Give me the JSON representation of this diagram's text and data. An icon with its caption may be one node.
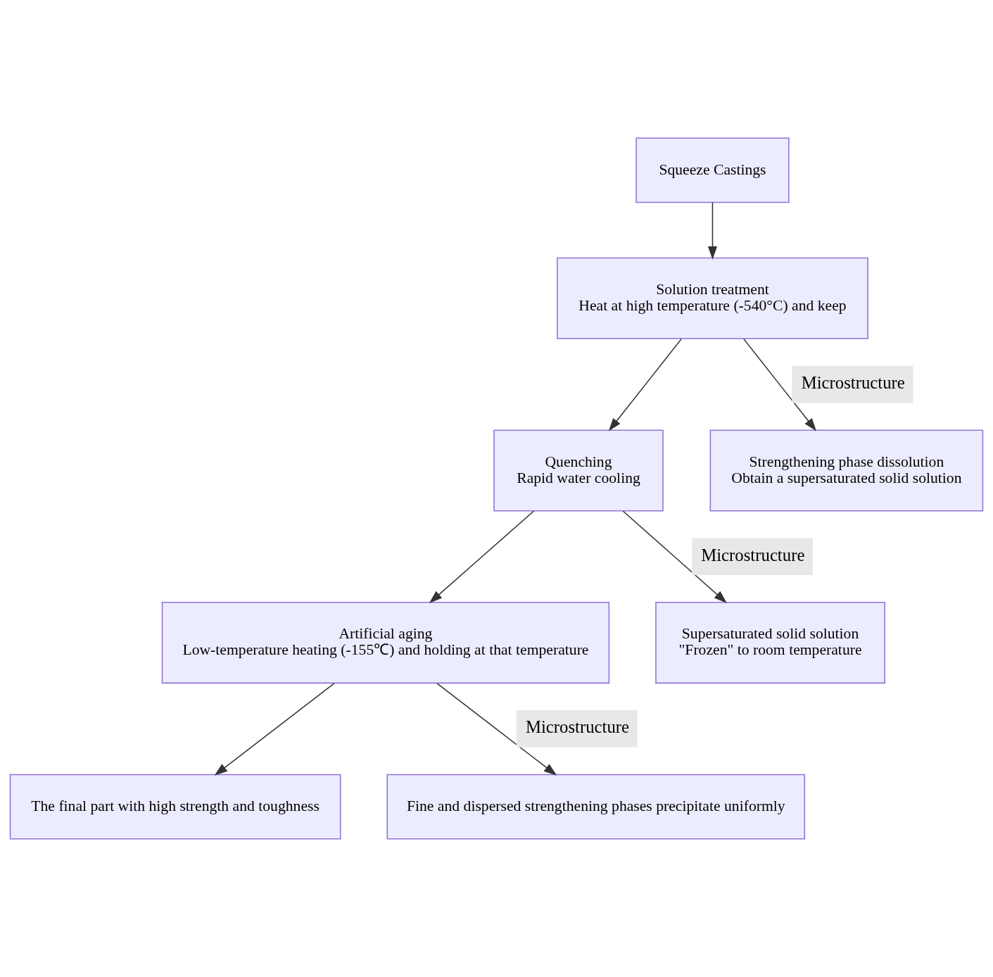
{
  "diagram": {
    "nodes": [
      {
        "text": [
          "Squeeze Castings"
        ]
      },
      {
        "text": [
          "Solution treatment",
          "Heat at high temperature (-540°C) and keep"
        ]
      },
      {
        "text": [
          "Quenching",
          "Rapid water cooling"
        ]
      },
      {
        "text": [
          "Strengthening phase dissolution",
          "Obtain a supersaturated solid solution"
        ]
      },
      {
        "text": [
          "Artificial aging",
          "Low-temperature heating (-155℃) and holding at that temperature"
        ]
      },
      {
        "text": [
          "Supersaturated solid solution",
          "\"Frozen\" to room temperature"
        ]
      },
      {
        "text": [
          "The final part with high strength and toughness"
        ]
      },
      {
        "text": [
          "Fine and dispersed strengthening phases precipitate uniformly"
        ]
      }
    ],
    "edges": [
      {
        "from": 0,
        "to": 1,
        "arrow": "to"
      },
      {
        "from": 1,
        "to": 2,
        "arrow": "to"
      },
      {
        "from": 1,
        "to": 3,
        "arrow": "to",
        "label": "Microstructure"
      },
      {
        "from": 2,
        "to": 4,
        "arrow": "to"
      },
      {
        "from": 2,
        "to": 5,
        "arrow": "to",
        "label": "Microstructure"
      },
      {
        "from": 4,
        "to": 6,
        "arrow": "to"
      },
      {
        "from": 4,
        "to": 7,
        "arrow": "to",
        "label": "Microstructure"
      }
    ]
  }
}
